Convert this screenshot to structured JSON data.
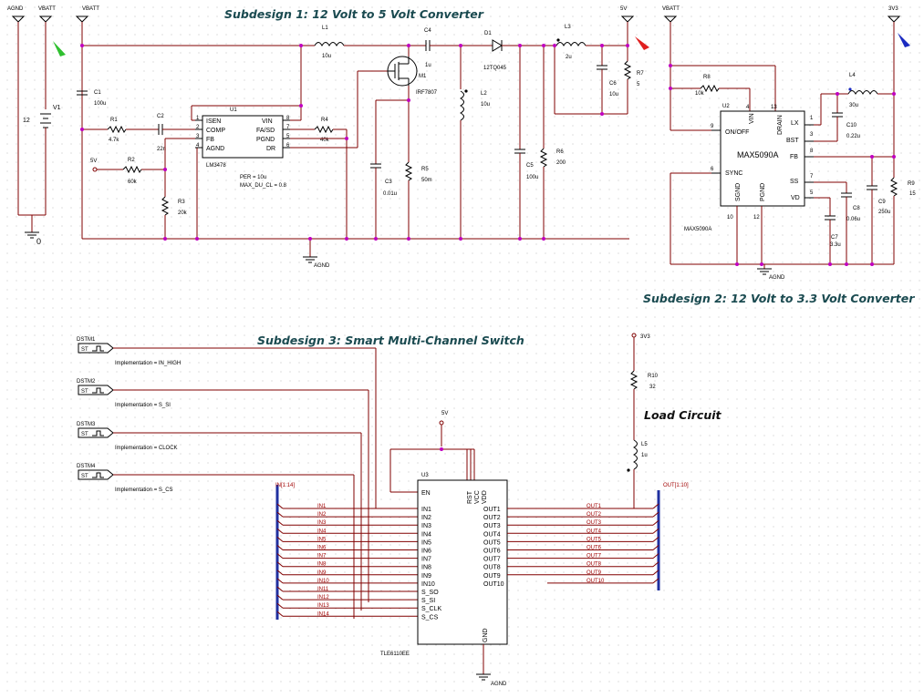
{
  "titles": {
    "sub1": "Subdesign 1: 12 Volt to 5 Volt Converter",
    "sub2": "Subdesign 2: 12 Volt to 3.3 Volt Converter",
    "sub3": "Subdesign 3: Smart Multi-Channel Switch",
    "load": "Load Circuit"
  },
  "nets": {
    "agnd": "AGND",
    "vbatt": "VBATT",
    "v5": "5V",
    "v33": "3V3",
    "zero": "0",
    "in_bus": "IN[1:14]",
    "out_bus": "OUT[1:10]"
  },
  "sub1": {
    "v1": "V1",
    "v1_val": "12",
    "c1": "C1",
    "c1_val": "100u",
    "r1": "R1",
    "r1_val": "4.7k",
    "c2": "C2",
    "c2_val": "22n",
    "r2": "R2",
    "r2_val": "60k",
    "r3": "R3",
    "r3_val": "20k",
    "u1": "U1",
    "u1_part": "LM3478",
    "u1_pins_left": [
      "ISEN",
      "COMP",
      "FB",
      "AGND"
    ],
    "u1_pins_right": [
      "VIN",
      "FA/SD",
      "PGND",
      "DR"
    ],
    "u1_num_left": [
      "1",
      "2",
      "3",
      "4"
    ],
    "u1_num_right": [
      "8",
      "7",
      "5",
      "6"
    ],
    "u1_param1": "PER = 10u",
    "u1_param2": "MAX_DU_CL = 0.8",
    "l1": "L1",
    "l1_val": "10u",
    "c4": "C4",
    "c4_val": "1u",
    "m1": "M1",
    "m1_part": "IRF7807",
    "r4": "R4",
    "r4_val": "40k",
    "c3": "C3",
    "c3_val": "0.01u",
    "r5": "R5",
    "r5_val": "50m",
    "d1": "D1",
    "d1_part": "12TQ045",
    "l2": "L2",
    "l2_val": "10u",
    "c5": "C5",
    "c5_val": "100u",
    "r6": "R6",
    "r6_val": "200",
    "l3": "L3",
    "l3_val": "2u",
    "c6": "C6",
    "c6_val": "10u",
    "r7": "R7",
    "r7_val": "5"
  },
  "sub2": {
    "r8": "R8",
    "r8_val": "10k",
    "u2": "U2",
    "u2_part": "MAX5090A",
    "u2_sub": "MAX5090A",
    "u2_pins": [
      "ON/OFF",
      "SYNC",
      "VIN",
      "DRAIN",
      "LX",
      "BST",
      "FB",
      "SS",
      "VD",
      "SGND",
      "PGND"
    ],
    "u2_nums": [
      "9",
      "6",
      "4",
      "13",
      "1",
      "3",
      "8",
      "7",
      "5",
      "10",
      "12"
    ],
    "l4": "L4",
    "l4_val": "30u",
    "c10": "C10",
    "c10_val": "0.22u",
    "c8": "C8",
    "c8_val": "0.06u",
    "c7": "C7",
    "c7_val": "3.3u",
    "c9": "C9",
    "c9_val": "250u",
    "r9": "R9",
    "r9_val": "15"
  },
  "sub3": {
    "dstm": [
      "DSTM1",
      "DSTM2",
      "DSTM3",
      "DSTM4"
    ],
    "stim_label": "ST",
    "impl": [
      "Implementation = IN_HIGH",
      "Implementation = S_SI",
      "Implementation = CLOCK",
      "Implementation = S_CS"
    ],
    "u3": "U3",
    "u3_part": "TLE6110EE",
    "u3_left": [
      "EN",
      "IN1",
      "IN2",
      "IN3",
      "IN4",
      "IN5",
      "IN6",
      "IN7",
      "IN8",
      "IN9",
      "IN10",
      "S_SO",
      "S_SI",
      "S_CLK",
      "S_CS"
    ],
    "u3_right": [
      "OUT1",
      "OUT2",
      "OUT3",
      "OUT4",
      "OUT5",
      "OUT6",
      "OUT7",
      "OUT8",
      "OUT9",
      "OUT10"
    ],
    "u3_top": [
      "RST",
      "VCC",
      "VDD"
    ],
    "u3_gnd": "GND",
    "in_nets": [
      "IN1",
      "IN2",
      "IN3",
      "IN4",
      "IN5",
      "IN6",
      "IN7",
      "IN8",
      "IN9",
      "IN10",
      "IN11",
      "IN12",
      "IN13",
      "IN14"
    ],
    "out_nets": [
      "OUT1",
      "OUT2",
      "OUT3",
      "OUT4",
      "OUT5",
      "OUT6",
      "OUT7",
      "OUT8",
      "OUT9",
      "OUT10"
    ]
  },
  "load": {
    "r10": "R10",
    "r10_val": "32",
    "l5": "L5",
    "l5_val": "1u"
  },
  "colors": {
    "wire": "#800000",
    "junction": "#c000c0",
    "bus": "#2030a0",
    "title": "#1a4a50",
    "net_label": "#a00000"
  }
}
